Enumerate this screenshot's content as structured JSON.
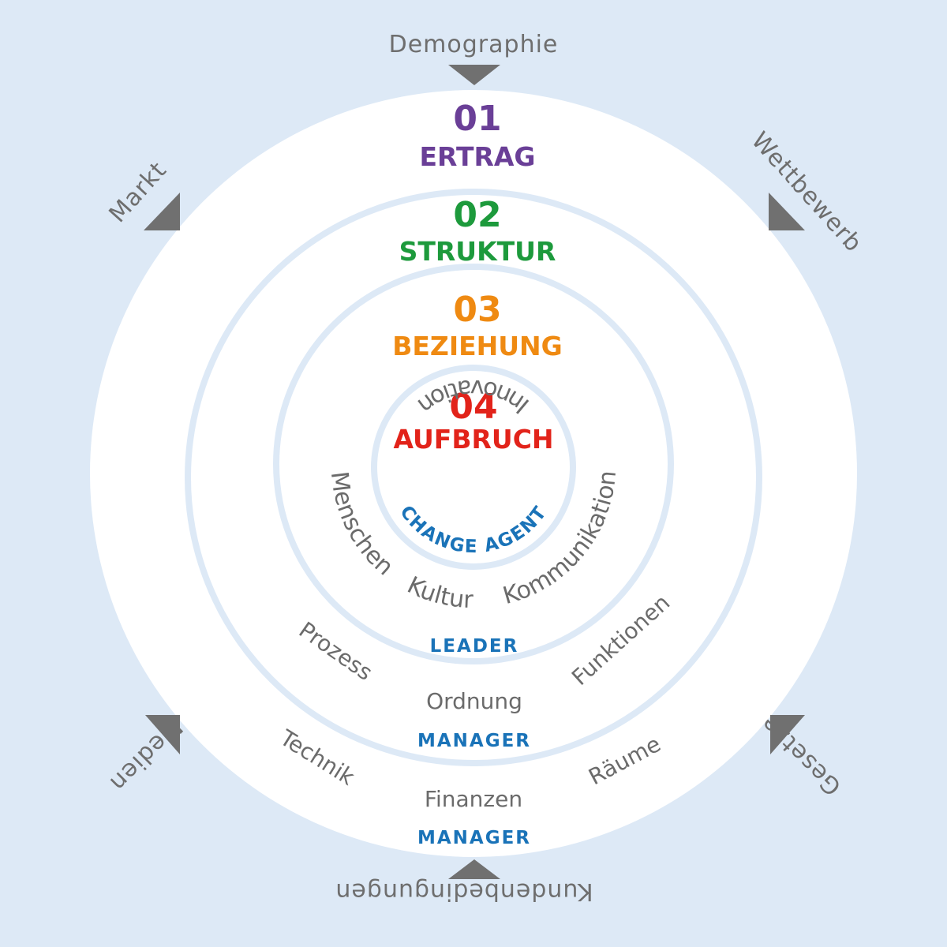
{
  "colors": {
    "background": "#dde9f6",
    "ring_line": "#dde9f6",
    "ertrag": "#6a3f97",
    "struktur": "#1d9a3c",
    "beziehung": "#ef8a12",
    "aufbruch": "#e2231a",
    "role": "#1a73b8",
    "gray": "#6e6e6e"
  },
  "rings": [
    {
      "number": "01",
      "title": "ERTRAG"
    },
    {
      "number": "02",
      "title": "STRUKTUR"
    },
    {
      "number": "03",
      "title": "BEZIEHUNG"
    },
    {
      "number": "04",
      "title": "AUFBRUCH"
    }
  ],
  "ring_words": {
    "innovation": "Innovation",
    "change_agent": "CHANGE AGENT",
    "menschen": "Menschen",
    "kultur": "Kultur",
    "kommunikation": "Kommunikation",
    "leader": "LEADER",
    "prozess": "Prozess",
    "ordnung": "Ordnung",
    "funktionen": "Funktionen",
    "manager_1": "MANAGER",
    "technik": "Technik",
    "finanzen": "Finanzen",
    "raeume": "Räume",
    "manager_2": "MANAGER"
  },
  "outer": {
    "demographie": "Demographie",
    "wettbewerb": "Wettbewerb",
    "gesetze": "Gesetze",
    "kundenbedingungen": "Kundenbedingungen",
    "medien": "Medien",
    "markt": "Markt"
  }
}
